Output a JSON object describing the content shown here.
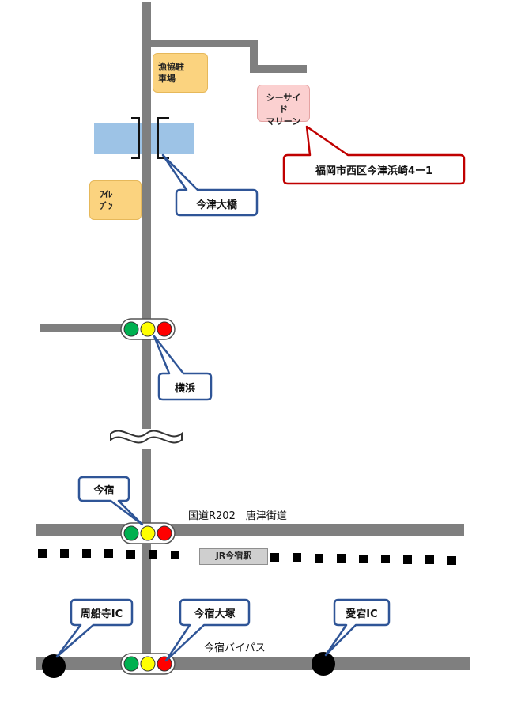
{
  "places": {
    "gyokyo_parking": [
      "漁協駐",
      "車場"
    ],
    "seaside_marine": [
      "シーサイド",
      "マリーン"
    ],
    "eleven": [
      "ﾌｲﾚ",
      "ﾌﾞﾝ"
    ]
  },
  "callouts": {
    "address": "福岡市西区今津浜崎4ー1",
    "imazu_ohashi": "今津大橋",
    "yokohama": "横浜",
    "imajuku": "今宿",
    "shusenji_ic": "周船寺IC",
    "imajuku_otsuka": "今宿大塚",
    "atago_ic": "愛宕IC"
  },
  "roads": {
    "route202": "国道R202　唐津街道",
    "bypass": "今宿バイパス"
  },
  "station": "JR今宿駅",
  "colors": {
    "road": "#7f7f7f",
    "water": "#9dc3e6",
    "signal_green": "#00b050",
    "signal_yellow": "#ffff00",
    "signal_red": "#ff0000",
    "callout_blue": "#2f5597",
    "callout_red": "#c00000"
  }
}
